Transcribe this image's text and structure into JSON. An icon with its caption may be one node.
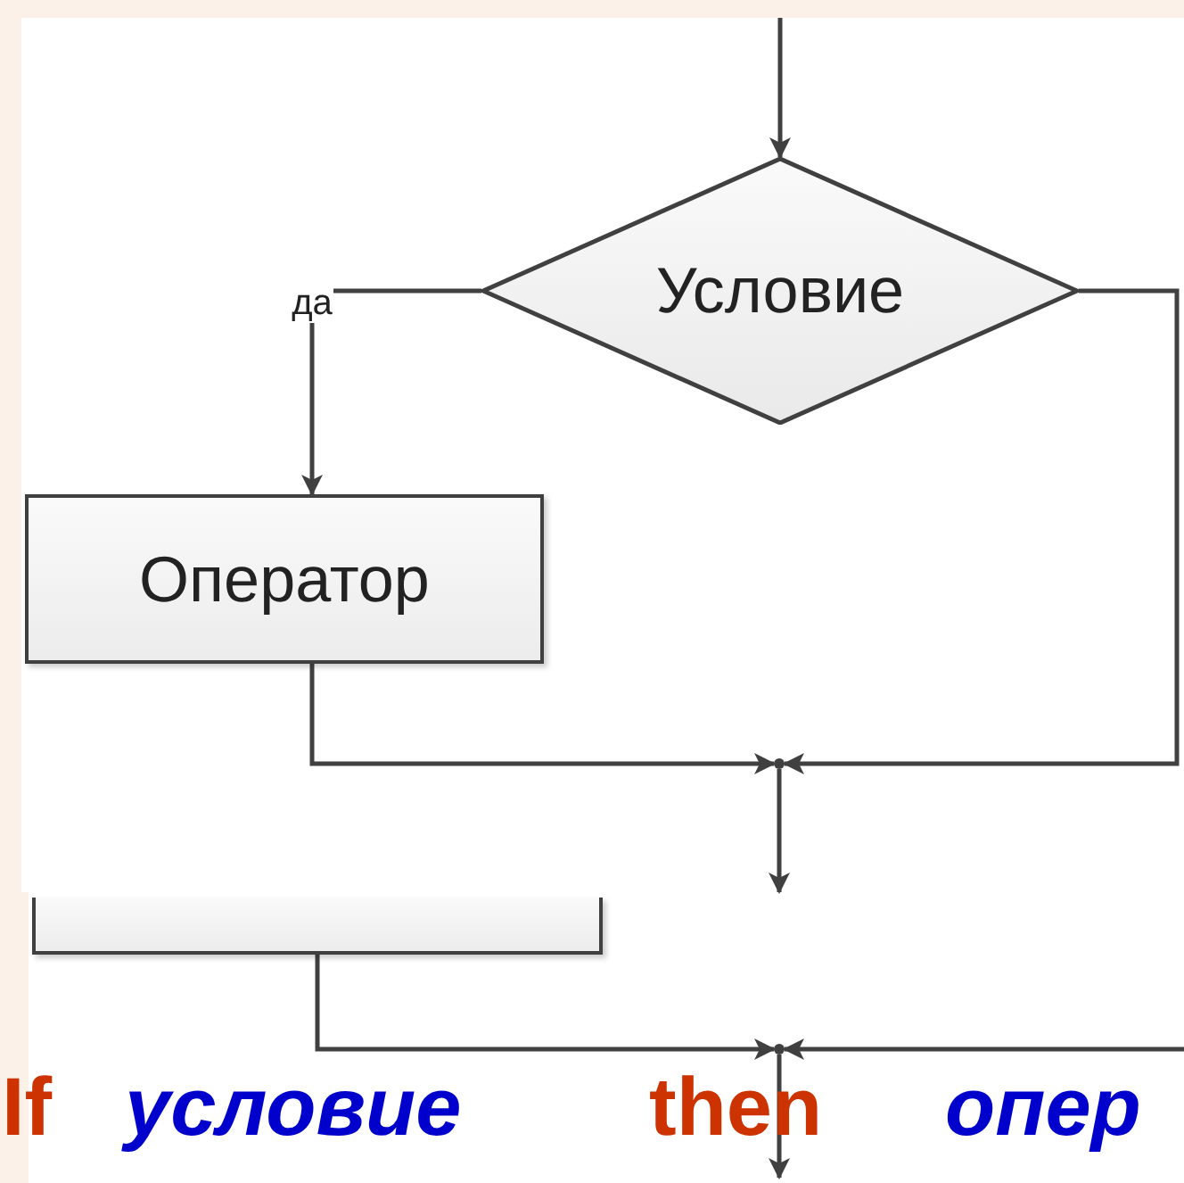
{
  "diagram": {
    "nodes": [
      {
        "text": [
          "Условие"
        ]
      },
      {
        "text": [
          "Оператор"
        ]
      },
      {
        "text": [],
        "shape": "point"
      },
      {
        "text": [],
        "shape": "box"
      },
      {
        "text": [],
        "shape": "point"
      }
    ],
    "edges": [
      {
        "from": null,
        "to": 0,
        "arrow": "to"
      },
      {
        "from": 0,
        "to": 1,
        "label": "да",
        "arrow": "to"
      },
      {
        "from": 0,
        "to": 2,
        "arrow": "to"
      },
      {
        "from": 1,
        "to": 2,
        "arrow": "to"
      },
      {
        "from": 2,
        "to": null,
        "arrow": "to"
      },
      {
        "from": 3,
        "to": 4,
        "arrow": "to"
      },
      {
        "from": null,
        "to": 4,
        "arrow": "to"
      },
      {
        "from": 4,
        "to": null,
        "arrow": "to"
      }
    ],
    "labels": [
      "If",
      "условие",
      "then",
      "опер"
    ]
  }
}
